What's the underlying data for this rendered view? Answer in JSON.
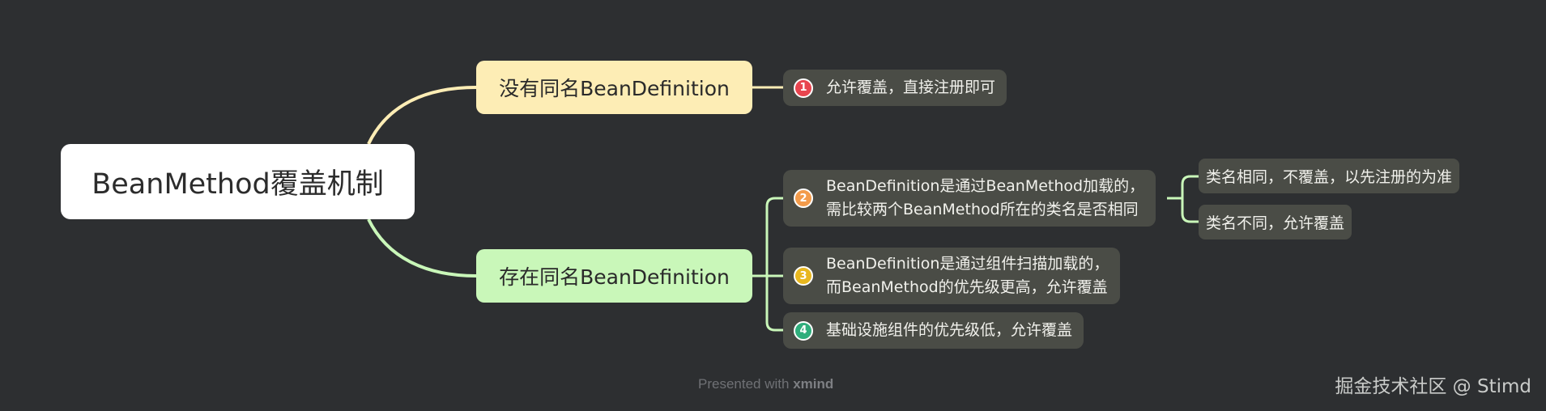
{
  "colors": {
    "background": "#2d2f31",
    "branch_1": "#fdedb5",
    "branch_2": "#c9f7b9",
    "leaf_bg": "#4a4c46",
    "badge_1": "#e8454f",
    "badge_2": "#f39b4b",
    "badge_3": "#e8b71f",
    "badge_4": "#2fae7c"
  },
  "root": {
    "label": "BeanMethod覆盖机制"
  },
  "branches": [
    {
      "label": "没有同名BeanDefinition",
      "leaves": [
        {
          "badge": "1",
          "badge_icon": "number-1-circle-icon",
          "lines": [
            "允许覆盖，直接注册即可"
          ]
        }
      ]
    },
    {
      "label": "存在同名BeanDefinition",
      "leaves": [
        {
          "badge": "2",
          "badge_icon": "number-2-circle-icon",
          "lines": [
            "BeanDefinition是通过BeanMethod加载的，",
            "需比较两个BeanMethod所在的类名是否相同"
          ],
          "children": [
            "类名相同，不覆盖，以先注册的为准",
            "类名不同，允许覆盖"
          ]
        },
        {
          "badge": "3",
          "badge_icon": "number-3-circle-icon",
          "lines": [
            "BeanDefinition是通过组件扫描加载的，",
            "而BeanMethod的优先级更高，允许覆盖"
          ]
        },
        {
          "badge": "4",
          "badge_icon": "number-4-circle-icon",
          "lines": [
            "基础设施组件的优先级低，允许覆盖"
          ]
        }
      ]
    }
  ],
  "footer": {
    "presented": "Presented with",
    "brand": "xmind"
  },
  "credit": "掘金技术社区 @ Stimd"
}
